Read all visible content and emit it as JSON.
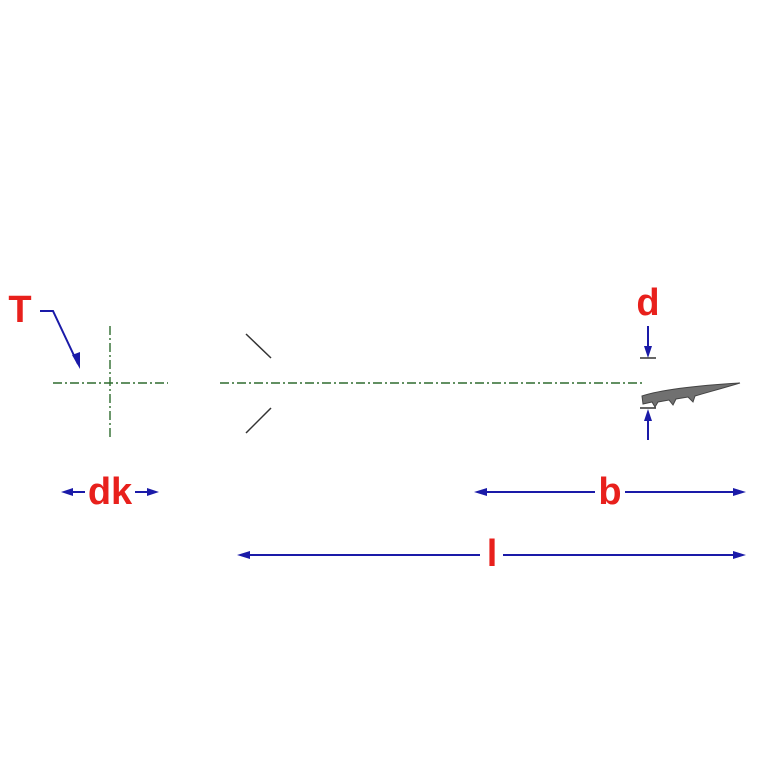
{
  "labels": {
    "thread": "T",
    "head_diameter": "dk",
    "diameter": "d",
    "thread_length": "b",
    "length": "l"
  },
  "colors": {
    "label": "#e8201c",
    "dimension": "#1a1aa8",
    "center_line": "#2e6b2e",
    "outline": "#333333",
    "tip_fill": "#707070"
  }
}
